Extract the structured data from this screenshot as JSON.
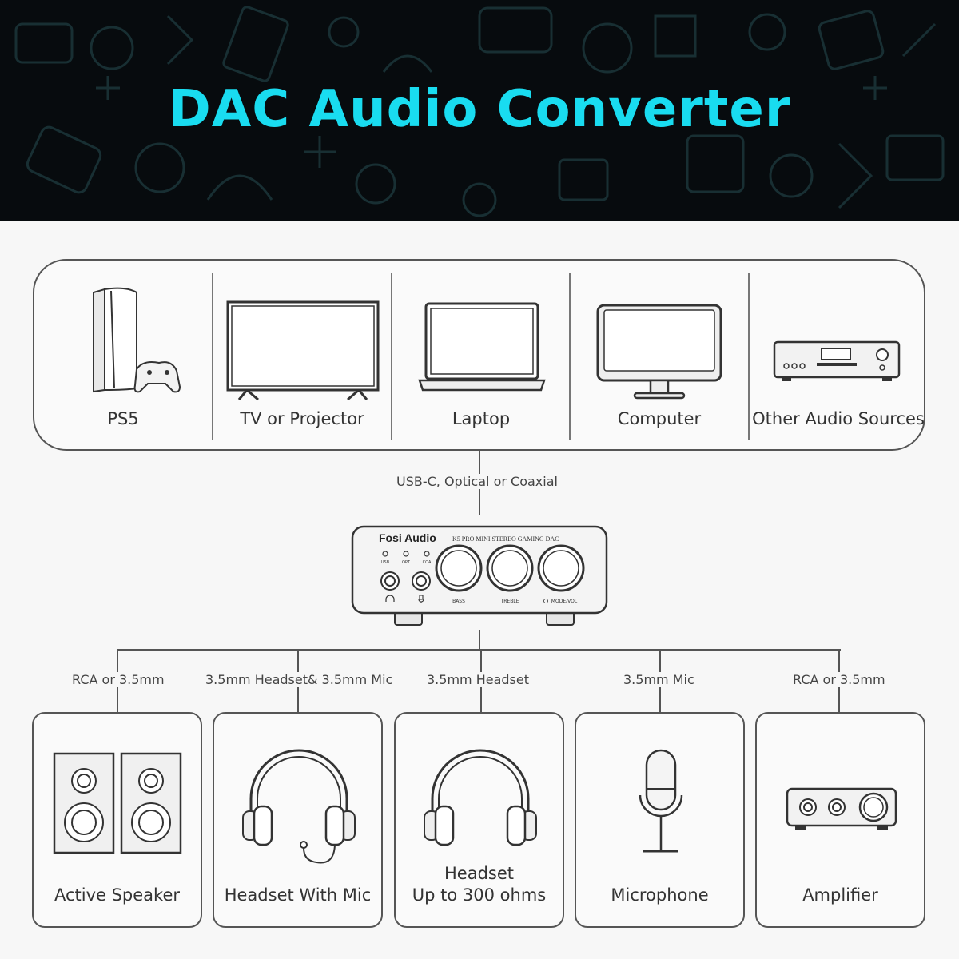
{
  "header": {
    "title": "DAC Audio Converter"
  },
  "sources": [
    {
      "label": "PS5"
    },
    {
      "label": "TV or Projector"
    },
    {
      "label": "Laptop"
    },
    {
      "label": "Computer"
    },
    {
      "label": "Other Audio Sources"
    }
  ],
  "input_connection": {
    "label": "USB-C, Optical or Coaxial"
  },
  "dac": {
    "brand": "Fosi Audio",
    "model": "K5 PRO MINI STEREO GAMING DAC",
    "indicators": [
      "USB",
      "OPT",
      "COA"
    ],
    "knobs": [
      "BASS",
      "TREBLE",
      "MODE/VOL"
    ]
  },
  "output_connections": [
    {
      "label": "RCA or 3.5mm"
    },
    {
      "label": "3.5mm Headset& 3.5mm Mic"
    },
    {
      "label": "3.5mm Headset"
    },
    {
      "label": "3.5mm Mic"
    },
    {
      "label": "RCA or 3.5mm"
    }
  ],
  "outputs": [
    {
      "label": "Active Speaker"
    },
    {
      "label": "Headset With Mic"
    },
    {
      "label": "Headset",
      "sublabel": "Up to 300 ohms"
    },
    {
      "label": "Microphone"
    },
    {
      "label": "Amplifier"
    }
  ],
  "colors": {
    "title": "#19dcf0",
    "header_bg": "#070b0e",
    "line": "#555555"
  }
}
